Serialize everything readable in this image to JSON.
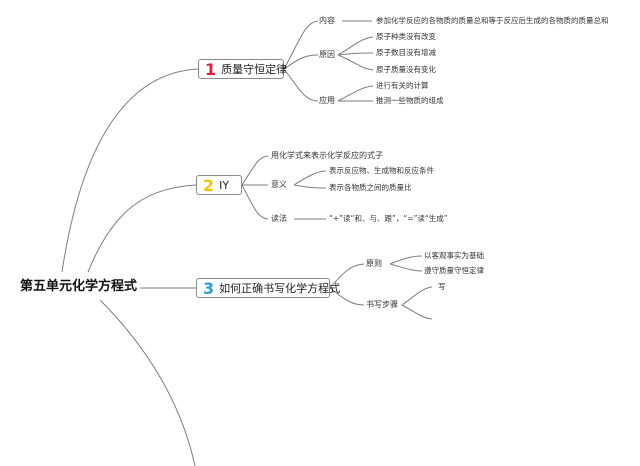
{
  "root": {
    "title": "第五单元化学方程式"
  },
  "branches": [
    {
      "number": "1",
      "number_color": "#e0203a",
      "label": "质量守恒定律",
      "children": [
        {
          "label": "内容",
          "items": [
            "参加化学反应的各物质的质量总和等于反应后生成的各物质的质量总和"
          ]
        },
        {
          "label": "原因",
          "items": [
            "原子种类没有改变",
            "原子数目没有增减",
            "原子质量没有变化"
          ]
        },
        {
          "label": "应用",
          "items": [
            "进行有关的计算",
            "推测一些物质的组成"
          ]
        }
      ]
    },
    {
      "number": "2",
      "number_color": "#f2c200",
      "label": "IY",
      "children": [
        {
          "label": "用化学式来表示化学反应的式子",
          "items": []
        },
        {
          "label": "意义",
          "items": [
            "表示反应物、生成物和反应条件",
            "表示各物质之间的质量比"
          ]
        },
        {
          "label": "读法",
          "items": [
            "“+”读“和、与、跟”，“=”读“生成”"
          ]
        }
      ]
    },
    {
      "number": "3",
      "number_color": "#2b9ed8",
      "label": "如何正确书写化学方程式",
      "children": [
        {
          "label": "原则",
          "items": [
            "以客观事实为基础",
            "遵守质量守恒定律"
          ]
        },
        {
          "label": "书写步骤",
          "items": [
            "写"
          ]
        }
      ]
    }
  ],
  "colors": {
    "line": "#7d7d7d",
    "text": "#222222"
  }
}
